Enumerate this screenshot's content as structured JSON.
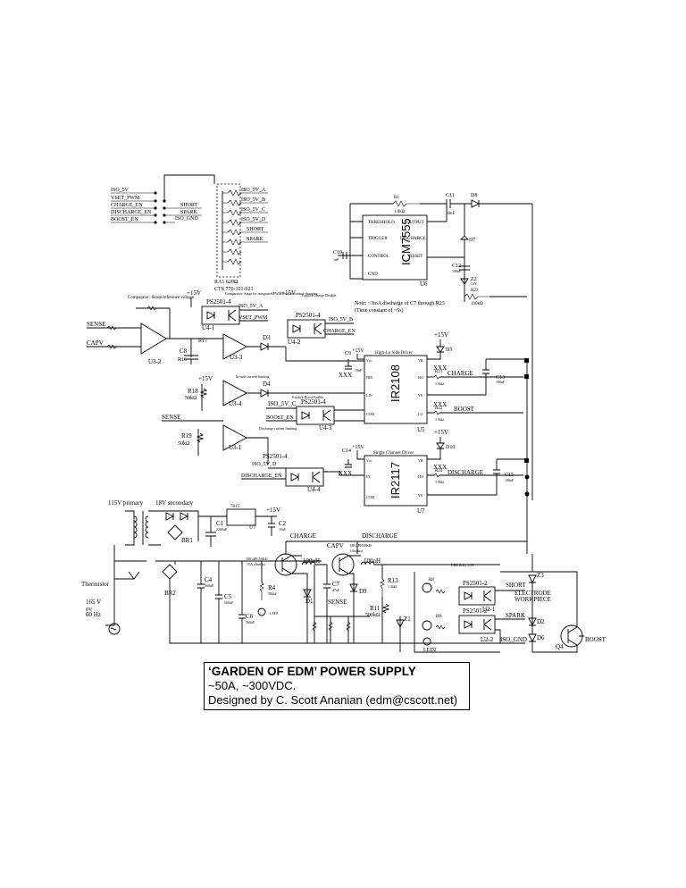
{
  "title_block": {
    "title": "‘GARDEN OF EDM’ POWER SUPPLY",
    "spec": "~50A, ~300VDC.",
    "credit": "Designed by C. Scott Ananian (edm@cscott.net)"
  },
  "connector_signals": [
    "ISO_5V",
    "VSET_PWM",
    "CHARGE_EN",
    "DISCHARGE_EN",
    "BOOST_EN"
  ],
  "resistor_array": {
    "outputs": [
      "ISO_5V_A",
      "ISO_5V_B",
      "ISO_5V_C",
      "ISO_5V_D",
      "SHORT",
      "SPARK"
    ],
    "inputs": [
      "SHORT",
      "SPARK",
      "ISO_GND"
    ],
    "label": "RA1 620Ω",
    "part": "CTS 770-101-621"
  },
  "timer": {
    "name": "ICM7555",
    "ref": "U6",
    "pins_left": [
      "THRESHOLD",
      "TRIGGER",
      "CONTROL",
      "GND"
    ],
    "pins_right": [
      "OUTPUT",
      "DISCHARGE",
      "RESET"
    ],
    "r_top": "R1",
    "r_top_val": "1.0kΩ",
    "c_top": "C11",
    "c_top_val": "10nF",
    "diode_top": "D8",
    "diode_side": "D7",
    "c10": "C10",
    "c10_val": "1nF",
    "c12": "C12",
    "c12_val": "100nF",
    "zener": "Z2",
    "zener_val": "12V",
    "r23": "R23",
    "r23_val": "100kΩ",
    "note": "Note: ~3mA discharge of C7 through R23",
    "note2": "(Time constant of ~5s)"
  },
  "charge_driver": {
    "name": "IR2108",
    "subtitle": "High-Lo Side Driver",
    "ref": "U5",
    "pins_left": [
      "Vcc",
      "HIN",
      "LIN",
      "COM"
    ],
    "pins_right": [
      "VB",
      "HO",
      "VS",
      "LO"
    ],
    "out_hi": "CHARGE",
    "out_lo": "BOOST",
    "xxx": "XXX",
    "diode": "D5",
    "cap": "C9",
    "cap_val": "10nF",
    "boot_cap": "C13",
    "boot_cap_val": "100nF",
    "r_hi": "R21",
    "r_lo": "R22",
    "rval": "1.5kΩ"
  },
  "discharge_driver": {
    "name": "IR2117",
    "subtitle": "Single Channel Driver",
    "ref": "U7",
    "pins_left": [
      "Vcc",
      "IN",
      "COM"
    ],
    "pins_right": [
      "VB",
      "HO",
      "VS"
    ],
    "out": "DISCHARGE",
    "xxx": "XXX",
    "diode": "D10",
    "cap": "C14",
    "boot_cap": "C15",
    "boot_cap_val": "100nF",
    "r": "R24",
    "rval": "1.5kΩ"
  },
  "control": {
    "sense": "SENSE",
    "capv": "CAPV",
    "opto1": "PS2501-4",
    "opto1_ref": "U4-1",
    "opto1_sig": "ISO_5V_A",
    "opto1_sig2": "VSET_PWM",
    "opto2": "PS2501-4",
    "opto2_ref": "U4-2",
    "opto2_sig": "ISO_5V_B",
    "opto2_sig2": "CHARGE_EN",
    "opto3": "PS2501-4",
    "opto3_ref": "U4-3",
    "opto3_sig": "ISO_5V_C",
    "opto3_sig2": "BOOST_EN",
    "opto4": "PS2501-4",
    "opto4_ref": "U4-4",
    "opto4_sig": "ISO_5V_D",
    "opto4_sig2": "DISCHARGE_EN",
    "amp_label": "Comparator: Sense/reference voltage",
    "amp2_label": "Comparator: Stage for integrated PWM level to control charging",
    "explicit_charge": "Explicit Charge Disable",
    "explicit_boost": "Explicit Boost Enable",
    "current_limit": "In-rush current limiting",
    "discharge_limit": "Discharge current limiting",
    "r18": "R18",
    "r18_val": "50kΩ",
    "r19": "R19",
    "r19_val": "50kΩ",
    "u3a": "U3-2",
    "u3b": "U3-3",
    "u3c": "U3-4",
    "u3d": "U3-1",
    "plus15": "+15V",
    "d3": "D3",
    "d4": "D4",
    "c8": "C8",
    "r17": "R17",
    "r16": "R16"
  },
  "power": {
    "primary": "115V primary",
    "secondary": "18V secondary",
    "reg": "7815",
    "reg_ref": "U7",
    "c1": "C1",
    "c1_val": "2200uF",
    "c2": "C2",
    "c2_val": "10uF",
    "br1": "BR1",
    "br2": "BR2",
    "plus15": "+15V",
    "thermistor": "Thermistor",
    "mains": "165 V",
    "mains2": "0V",
    "freq": "60 Hz",
    "c4": "C4",
    "c4_val": "560uF",
    "c5": "C5",
    "c5_val": "560uF",
    "c6": "C6",
    "c6_val": "560uF",
    "r4": "R4",
    "r4_val": "50kΩ"
  },
  "output_stage": {
    "charge": "CHARGE",
    "discharge": "DISCHARGE",
    "capv": "CAPV",
    "sense": "SENSE",
    "q1_part": "IRG4PC50KD",
    "q1_note": "15A ultrafast",
    "q2_part": "IRG4PH30KD",
    "q2_note": "Ultrafast",
    "l1": "100uH",
    "l2": "100uH",
    "c7": "C7",
    "c7_val": "47uF",
    "d1": "D1",
    "d9": "D9",
    "r13": "R13",
    "r13_val": "1.5kΩ",
    "r11": "R11",
    "r11_val": "500kΩ",
    "r10": "R10",
    "z1": "Z1",
    "led1": "LED1",
    "led2": "LED2",
    "led_note": "LED lit by 1.2V"
  },
  "electrode": {
    "opto1": "PS2501-2",
    "opto1_ref": "U2-1",
    "opto2": "PS2501-2",
    "opto2_ref": "U2-2",
    "short": "SHORT",
    "spark": "SPARK",
    "iso_gnd": "ISO_GND",
    "label1": "ELECTRODE",
    "label2": "WORKPIECE",
    "z3": "Z3",
    "d2": "D2",
    "d6": "D6",
    "boost": "BOOST",
    "q4": "Q4",
    "r8": "R8",
    "r9": "R9"
  }
}
